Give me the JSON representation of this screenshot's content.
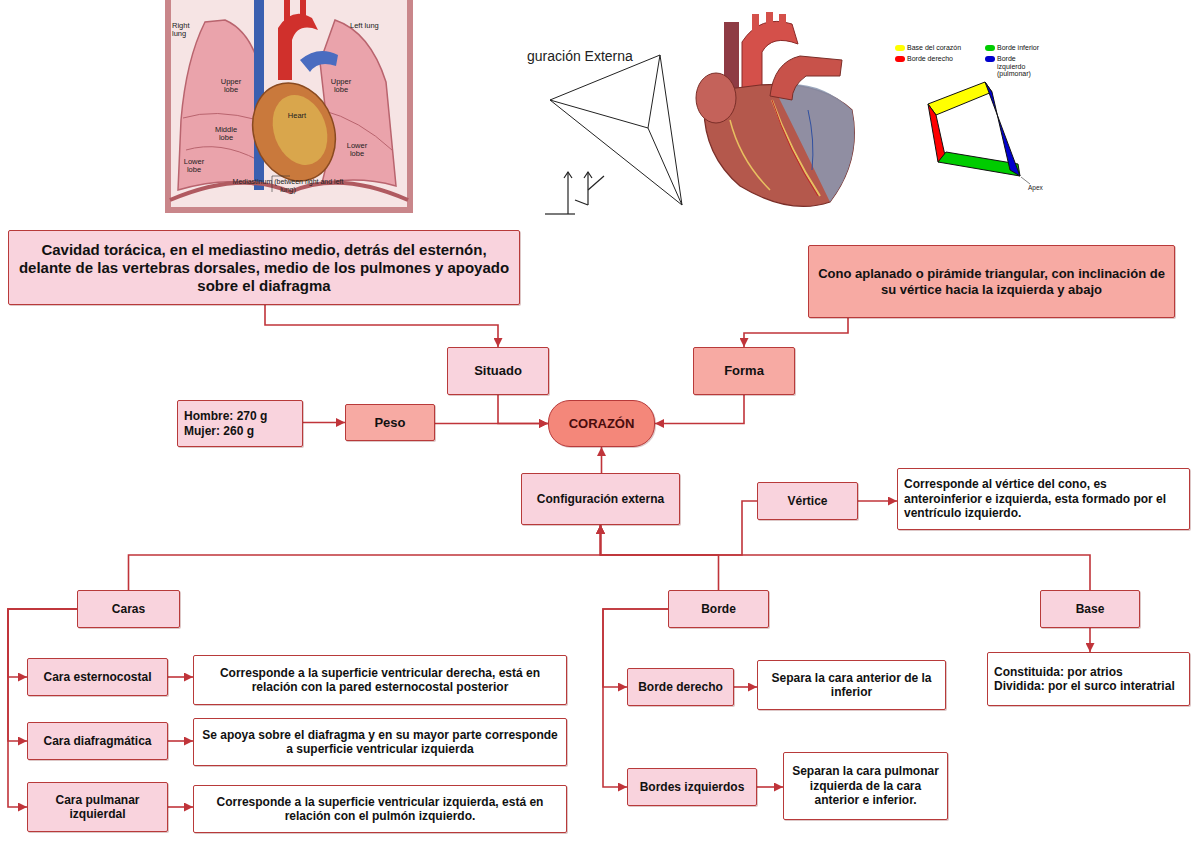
{
  "diagram": {
    "nodes": [
      {
        "text": [
          "Cavidad torácica, en el mediastino medio, detrás del esternón, delante de las vertebras dorsales, medio de los pulmones y apoyado sobre el diafragma"
        ]
      },
      {
        "text": [
          "Cono aplanado o pirámide triangular, con inclinación de su vértice hacia la izquierda y abajo"
        ]
      },
      {
        "text": [
          "Situado"
        ]
      },
      {
        "text": [
          "Forma"
        ]
      },
      {
        "text": [
          "Hombre: 270 g",
          "Mujer: 260 g"
        ]
      },
      {
        "text": [
          "Peso"
        ]
      },
      {
        "text": [
          "CORAZÓN"
        ]
      },
      {
        "text": [
          "Configuración externa"
        ]
      },
      {
        "text": [
          "Vértice"
        ]
      },
      {
        "text": [
          "Corresponde al vértice del cono, es anteroinferior e izquierda, esta formado por el ventrículo izquierdo."
        ]
      },
      {
        "text": [
          "Caras"
        ]
      },
      {
        "text": [
          "Borde"
        ]
      },
      {
        "text": [
          "Base"
        ]
      },
      {
        "text": [
          "Cara esternocostal"
        ]
      },
      {
        "text": [
          "Corresponde a la superficie ventricular derecha, está en relación con la pared esternocostal posterior"
        ]
      },
      {
        "text": [
          "Borde derecho"
        ]
      },
      {
        "text": [
          "Separa la cara anterior de la inferior"
        ]
      },
      {
        "text": [
          "Constituida: por atrios",
          "Dividida: por el surco interatrial"
        ]
      },
      {
        "text": [
          "Cara diafragmática"
        ]
      },
      {
        "text": [
          "Se apoya sobre el diafragma y en su mayor parte corresponde a superficie ventricular izquierda"
        ]
      },
      {
        "text": [
          "Cara pulmanar izquierdal"
        ]
      },
      {
        "text": [
          "Corresponde a la superficie ventricular izquierda, está en relación con el pulmón izquierdo."
        ]
      },
      {
        "text": [
          "Bordes izquierdos"
        ]
      },
      {
        "text": [
          "Separan la cara pulmonar izquierda de la cara anterior e inferior."
        ]
      }
    ],
    "edges": [
      {
        "from": 0,
        "to": 2,
        "arrow": "to"
      },
      {
        "from": 1,
        "to": 3,
        "arrow": "to"
      },
      {
        "from": 2,
        "to": 6,
        "arrow": "to"
      },
      {
        "from": 3,
        "to": 6,
        "arrow": "to"
      },
      {
        "from": 4,
        "to": 5,
        "arrow": "to"
      },
      {
        "from": 5,
        "to": 6,
        "arrow": "to"
      },
      {
        "from": 7,
        "to": 6,
        "arrow": "to"
      },
      {
        "from": 10,
        "to": 7,
        "arrow": "to"
      },
      {
        "from": 11,
        "to": 7,
        "arrow": "to"
      },
      {
        "from": 12,
        "to": 7,
        "arrow": "to"
      },
      {
        "from": 8,
        "to": 7,
        "arrow": "to"
      },
      {
        "from": 8,
        "to": 9,
        "arrow": "to"
      },
      {
        "from": 12,
        "to": 17,
        "arrow": "to"
      },
      {
        "from": 10,
        "to": 13,
        "arrow": "to"
      },
      {
        "from": 10,
        "to": 18,
        "arrow": "to"
      },
      {
        "from": 10,
        "to": 20,
        "arrow": "to"
      },
      {
        "from": 13,
        "to": 14,
        "arrow": "to"
      },
      {
        "from": 18,
        "to": 19,
        "arrow": "to"
      },
      {
        "from": 20,
        "to": 21,
        "arrow": "to"
      },
      {
        "from": 11,
        "to": 15,
        "arrow": "to"
      },
      {
        "from": 11,
        "to": 22,
        "arrow": "to"
      },
      {
        "from": 15,
        "to": 16,
        "arrow": "to"
      },
      {
        "from": 22,
        "to": 23,
        "arrow": "to"
      }
    ],
    "labels": [
      "Right lung",
      "Left lung",
      "Upper lobe",
      "Upper lobe",
      "Middle lobe",
      "Lower lobe",
      "Heart",
      "Lower lobe",
      "Mediastinum (between right and left lung)",
      "guración Externa",
      "Apex"
    ],
    "legend": [
      {
        "text": "Base del corazón",
        "color": "#ffff00"
      },
      {
        "text": "Borde derecho",
        "color": "#ff0000"
      },
      {
        "text": "Borde inferior",
        "color": "#00cc00"
      },
      {
        "text": "Borde izquierdo (pulmonar)",
        "color": "#0000cc"
      }
    ]
  }
}
